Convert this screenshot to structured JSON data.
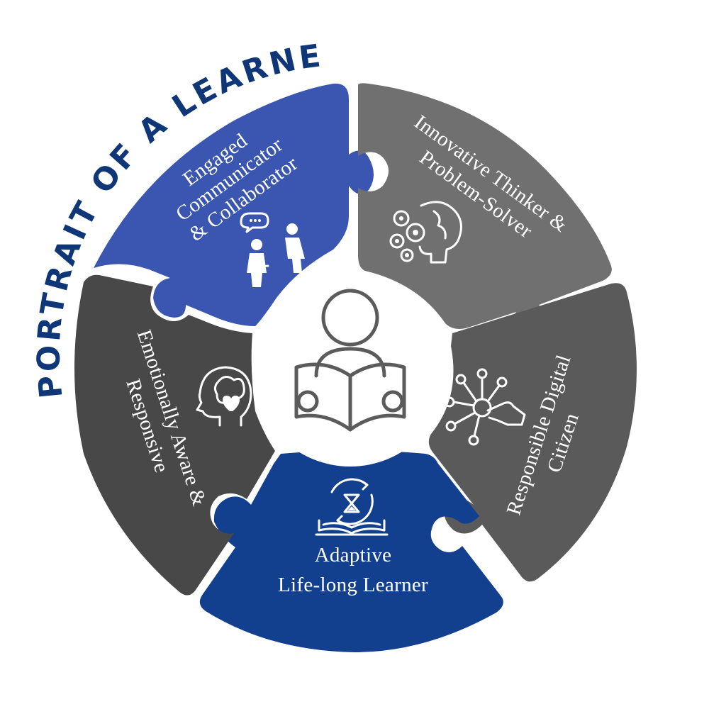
{
  "title": "PORTRAIT OF A LEARNER",
  "colors": {
    "title": "#0f3777",
    "engaged": "#3a56b0",
    "innovative": "#6e6e6e",
    "responsible": "#585858",
    "adaptive": "#12408f",
    "emotional": "#484848",
    "center_bg": "#ffffff",
    "center_icon": "#5b5b5b"
  },
  "segments": [
    {
      "id": "engaged",
      "lines": [
        "Engaged",
        "Communicator",
        "& Collaborator"
      ],
      "icon": "people-chatting-icon"
    },
    {
      "id": "innovative",
      "lines": [
        "Innovative Thinker &",
        "Problem-Solver"
      ],
      "icon": "brain-gears-icon"
    },
    {
      "id": "responsible",
      "lines": [
        "Responsible Digital",
        "Citizen"
      ],
      "icon": "hand-network-icon"
    },
    {
      "id": "adaptive",
      "lines": [
        "Adaptive",
        "Life-long Learner"
      ],
      "icon": "book-hourglass-icon"
    },
    {
      "id": "emotional",
      "lines": [
        "Emotionally Aware &",
        "Responsive"
      ],
      "icon": "head-heart-icon"
    }
  ],
  "center": {
    "icon": "person-reading-icon"
  }
}
